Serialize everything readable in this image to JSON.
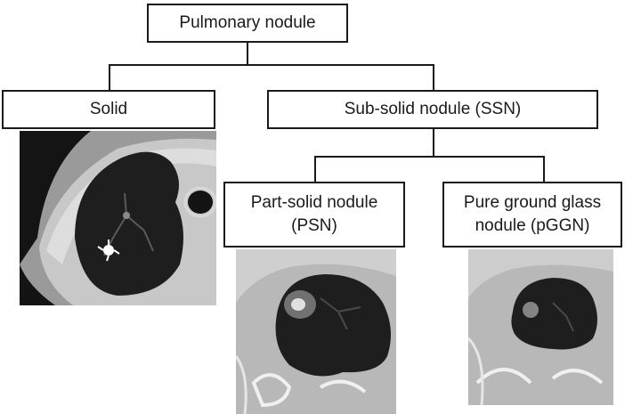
{
  "nodes": {
    "root": "Pulmonary nodule",
    "solid": "Solid",
    "ssn": "Sub-solid nodule (SSN)",
    "psn": "Part-solid nodule (PSN)",
    "pggn": "Pure ground glass nodule (pGGN)"
  },
  "colors": {
    "line": "#1a1a1a",
    "lung_field": "#1e1e1e",
    "soft_tissue": "#b4b4b4",
    "bone": "#e8e8e8",
    "nodule_solid": "#ffffff",
    "nodule_ground_glass": "#8a8a8a"
  },
  "images": [
    {
      "caption_ref": "solid",
      "icon": "ct-scan-solid-nodule"
    },
    {
      "caption_ref": "psn",
      "icon": "ct-scan-part-solid-nodule"
    },
    {
      "caption_ref": "pggn",
      "icon": "ct-scan-ground-glass-nodule"
    }
  ]
}
